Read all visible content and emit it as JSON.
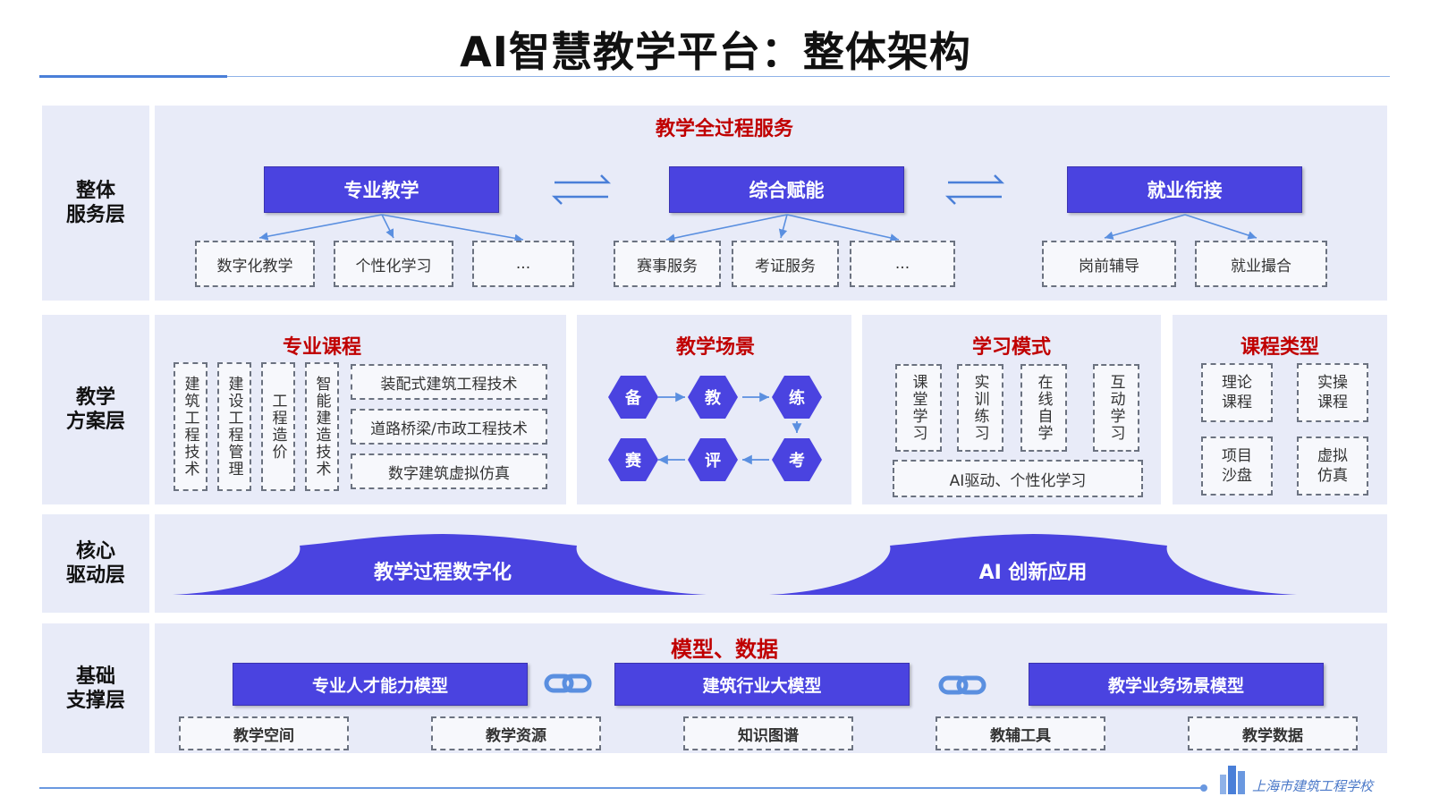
{
  "title": "AI智慧教学平台：整体架构",
  "colors": {
    "accent": "#4a43e0",
    "red": "#c00000",
    "panel": "#e8ebf8",
    "line": "#5a8fe0"
  },
  "rows": {
    "service": "整体\n服务层",
    "plan": "教学\n方案层",
    "drive": "核心\n驱动层",
    "base": "基础\n支撑层"
  },
  "service": {
    "heading": "教学全过程服务",
    "groups": [
      {
        "label": "专业教学",
        "items": [
          "数字化教学",
          "个性化学习",
          "..."
        ]
      },
      {
        "label": "综合赋能",
        "items": [
          "赛事服务",
          "考证服务",
          "..."
        ]
      },
      {
        "label": "就业衔接",
        "items": [
          "岗前辅导",
          "就业撮合"
        ]
      }
    ]
  },
  "plan": {
    "course": {
      "heading": "专业课程",
      "vertical": [
        "建筑工程技术",
        "建设工程管理",
        "工程造价",
        "智能建造技术"
      ],
      "horizontal": [
        "装配式建筑工程技术",
        "道路桥梁/市政工程技术",
        "数字建筑虚拟仿真"
      ]
    },
    "scene": {
      "heading": "教学场景",
      "steps": [
        "备",
        "教",
        "练",
        "考",
        "评",
        "赛"
      ]
    },
    "mode": {
      "heading": "学习模式",
      "vertical": [
        "课堂学习",
        "实训练习",
        "在线自学",
        "互动学习"
      ],
      "bottom": "AI驱动、个性化学习"
    },
    "type": {
      "heading": "课程类型",
      "items": [
        "理论\n课程",
        "实操\n课程",
        "项目\n沙盘",
        "虚拟\n仿真"
      ]
    }
  },
  "drive": {
    "left": "教学过程数字化",
    "right": "AI 创新应用"
  },
  "base": {
    "heading": "模型、数据",
    "models": [
      "专业人才能力模型",
      "建筑行业大模型",
      "教学业务场景模型"
    ],
    "items": [
      "教学空间",
      "教学资源",
      "知识图谱",
      "教辅工具",
      "教学数据"
    ]
  },
  "footer": {
    "school": "上海市建筑工程学校"
  }
}
